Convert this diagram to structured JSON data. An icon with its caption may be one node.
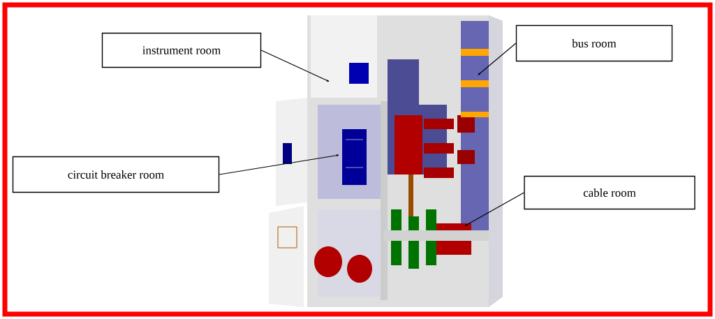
{
  "diagram": {
    "nodes": [
      {
        "text": [
          "instrument room"
        ]
      },
      {
        "text": [
          "circuit breaker room"
        ]
      },
      {
        "text": [
          "bus room"
        ]
      },
      {
        "text": [
          "cable room"
        ]
      }
    ],
    "edges": [
      {
        "from": 0,
        "to": null,
        "arrow": "to"
      },
      {
        "from": 1,
        "to": null,
        "arrow": "to"
      },
      {
        "from": 2,
        "to": null,
        "arrow": "to"
      },
      {
        "from": 3,
        "to": null,
        "arrow": "to"
      }
    ]
  }
}
